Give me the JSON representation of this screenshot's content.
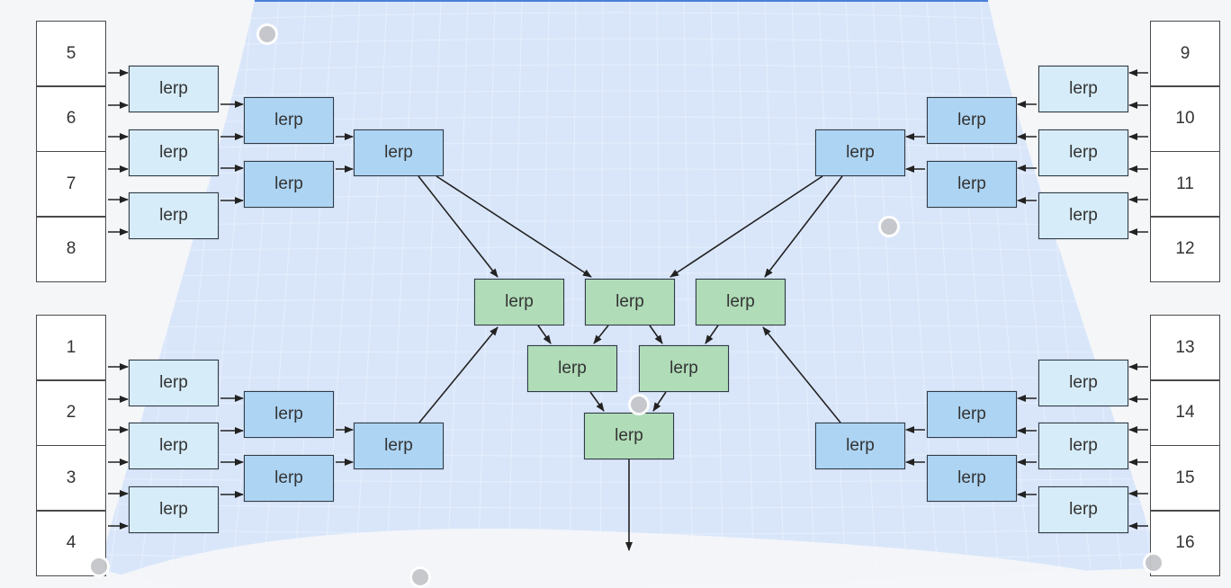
{
  "diagram": {
    "node_label": "lerp",
    "control_point_labels": [
      "1",
      "2",
      "3",
      "4",
      "5",
      "6",
      "7",
      "8",
      "9",
      "10",
      "11",
      "12",
      "13",
      "14",
      "15",
      "16"
    ]
  },
  "colors": {
    "surface": "#cfe0fb",
    "grid": "#ffffff",
    "light_node": "#d6ecf8",
    "mid_node": "#add4f3",
    "green_node": "#b0dcb8",
    "edge": "#222222"
  }
}
